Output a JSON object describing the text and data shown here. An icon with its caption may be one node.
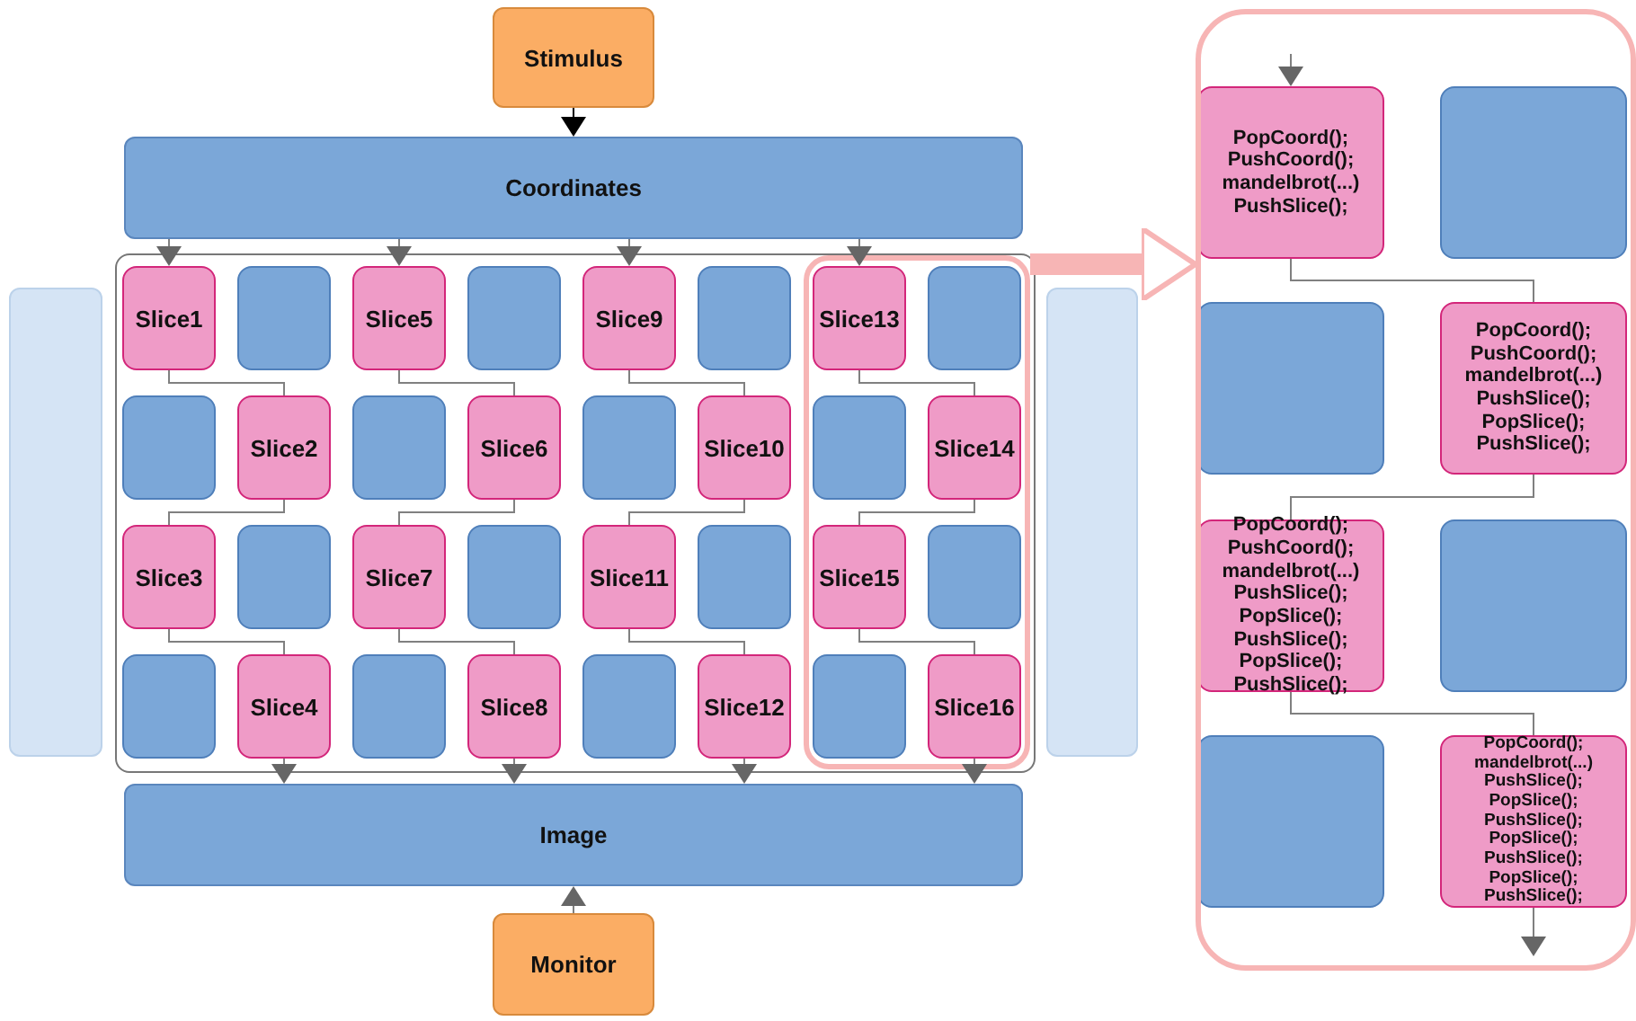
{
  "diagram": {
    "nodes": [
      {
        "text": [
          "Stimulus"
        ]
      },
      {
        "text": [
          "Coordinates"
        ]
      },
      {
        "text": [],
        "shape": "box"
      },
      {
        "text": [],
        "shape": "box"
      },
      {
        "text": [],
        "shape": "box",
        "in": 3
      },
      {
        "text": [
          "Slice1"
        ],
        "in": 3
      },
      {
        "text": [],
        "shape": "box",
        "in": 3
      },
      {
        "text": [
          "Slice5"
        ],
        "in": 3
      },
      {
        "text": [],
        "shape": "box",
        "in": 3
      },
      {
        "text": [
          "Slice9"
        ],
        "in": 3
      },
      {
        "text": [],
        "shape": "box",
        "in": 3
      },
      {
        "text": [
          "Slice13"
        ],
        "in": 4
      },
      {
        "text": [],
        "shape": "box",
        "in": 4
      },
      {
        "text": [],
        "shape": "box",
        "in": 3
      },
      {
        "text": [
          "Slice2"
        ],
        "in": 3
      },
      {
        "text": [],
        "shape": "box",
        "in": 3
      },
      {
        "text": [
          "Slice6"
        ],
        "in": 3
      },
      {
        "text": [],
        "shape": "box",
        "in": 3
      },
      {
        "text": [
          "Slice10"
        ],
        "in": 3
      },
      {
        "text": [],
        "shape": "box",
        "in": 4
      },
      {
        "text": [
          "Slice14"
        ],
        "in": 4
      },
      {
        "text": [
          "Slice3"
        ],
        "in": 3
      },
      {
        "text": [],
        "shape": "box",
        "in": 3
      },
      {
        "text": [
          "Slice7"
        ],
        "in": 3
      },
      {
        "text": [],
        "shape": "box",
        "in": 3
      },
      {
        "text": [
          "Slice11"
        ],
        "in": 3
      },
      {
        "text": [],
        "shape": "box",
        "in": 3
      },
      {
        "text": [
          "Slice15"
        ],
        "in": 4
      },
      {
        "text": [],
        "shape": "box",
        "in": 4
      },
      {
        "text": [],
        "shape": "box",
        "in": 3
      },
      {
        "text": [
          "Slice4"
        ],
        "in": 3
      },
      {
        "text": [],
        "shape": "box",
        "in": 3
      },
      {
        "text": [
          "Slice8"
        ],
        "in": 3
      },
      {
        "text": [],
        "shape": "box",
        "in": 3
      },
      {
        "text": [
          "Slice12"
        ],
        "in": 3
      },
      {
        "text": [],
        "shape": "box",
        "in": 4
      },
      {
        "text": [
          "Slice16"
        ],
        "in": 4
      },
      {
        "text": [],
        "shape": "box"
      },
      {
        "text": [
          "Image"
        ]
      },
      {
        "text": [
          "Monitor"
        ]
      },
      {
        "text": [],
        "shape": "box"
      },
      {
        "text": [
          "PopCoord(); PushCoord(); mandelbrot(...) PushSlice();"
        ],
        "in": 40
      },
      {
        "text": [],
        "shape": "box",
        "in": 40
      },
      {
        "text": [],
        "shape": "box",
        "in": 40
      },
      {
        "text": [
          "PopCoord(); PushCoord(); mandelbrot(...) PushSlice(); PopSlice(); PushSlice();"
        ],
        "in": 40
      },
      {
        "text": [
          "PopCoord(); PushCoord(); mandelbrot(...) PushSlice(); PopSlice(); PushSlice(); PopSlice(); PushSlice();"
        ],
        "in": 40
      },
      {
        "text": [],
        "shape": "box",
        "in": 40
      },
      {
        "text": [],
        "shape": "box",
        "in": 40
      },
      {
        "text": [
          "PopCoord(); mandelbrot(...) PushSlice(); PopSlice(); PushSlice(); PopSlice(); PushSlice(); PopSlice(); PushSlice();"
        ],
        "in": 40
      }
    ],
    "edges": [
      {
        "from": 0,
        "to": 1,
        "arrow": "to",
        "color": "#000000"
      },
      {
        "from": 1,
        "to": 5,
        "arrow": "to"
      },
      {
        "from": 5,
        "to": 14,
        "arrow": "none"
      },
      {
        "from": 14,
        "to": 21,
        "arrow": "none"
      },
      {
        "from": 21,
        "to": 30,
        "arrow": "none"
      },
      {
        "from": 30,
        "to": 38,
        "arrow": "to"
      },
      {
        "from": 1,
        "to": 7,
        "arrow": "to"
      },
      {
        "from": 7,
        "to": 16,
        "arrow": "none"
      },
      {
        "from": 16,
        "to": 23,
        "arrow": "none"
      },
      {
        "from": 23,
        "to": 32,
        "arrow": "none"
      },
      {
        "from": 32,
        "to": 38,
        "arrow": "to"
      },
      {
        "from": 1,
        "to": 9,
        "arrow": "to"
      },
      {
        "from": 9,
        "to": 18,
        "arrow": "none"
      },
      {
        "from": 18,
        "to": 25,
        "arrow": "none"
      },
      {
        "from": 25,
        "to": 34,
        "arrow": "none"
      },
      {
        "from": 34,
        "to": 38,
        "arrow": "to"
      },
      {
        "from": 1,
        "to": 11,
        "arrow": "to"
      },
      {
        "from": 11,
        "to": 20,
        "arrow": "none"
      },
      {
        "from": 20,
        "to": 27,
        "arrow": "none"
      },
      {
        "from": 27,
        "to": 36,
        "arrow": "none"
      },
      {
        "from": 36,
        "to": 38,
        "arrow": "to"
      },
      {
        "from": 39,
        "to": 38,
        "arrow": "to"
      },
      {
        "from": 4,
        "to": 40,
        "arrow": "to",
        "style": "thick",
        "color": "#f7b5b5"
      },
      {
        "from": null,
        "to": 41,
        "arrow": "to"
      },
      {
        "from": 41,
        "to": 44,
        "arrow": "none"
      },
      {
        "from": 44,
        "to": 45,
        "arrow": "none"
      },
      {
        "from": 45,
        "to": 48,
        "arrow": "none"
      },
      {
        "from": 48,
        "to": null,
        "arrow": "to"
      }
    ]
  }
}
